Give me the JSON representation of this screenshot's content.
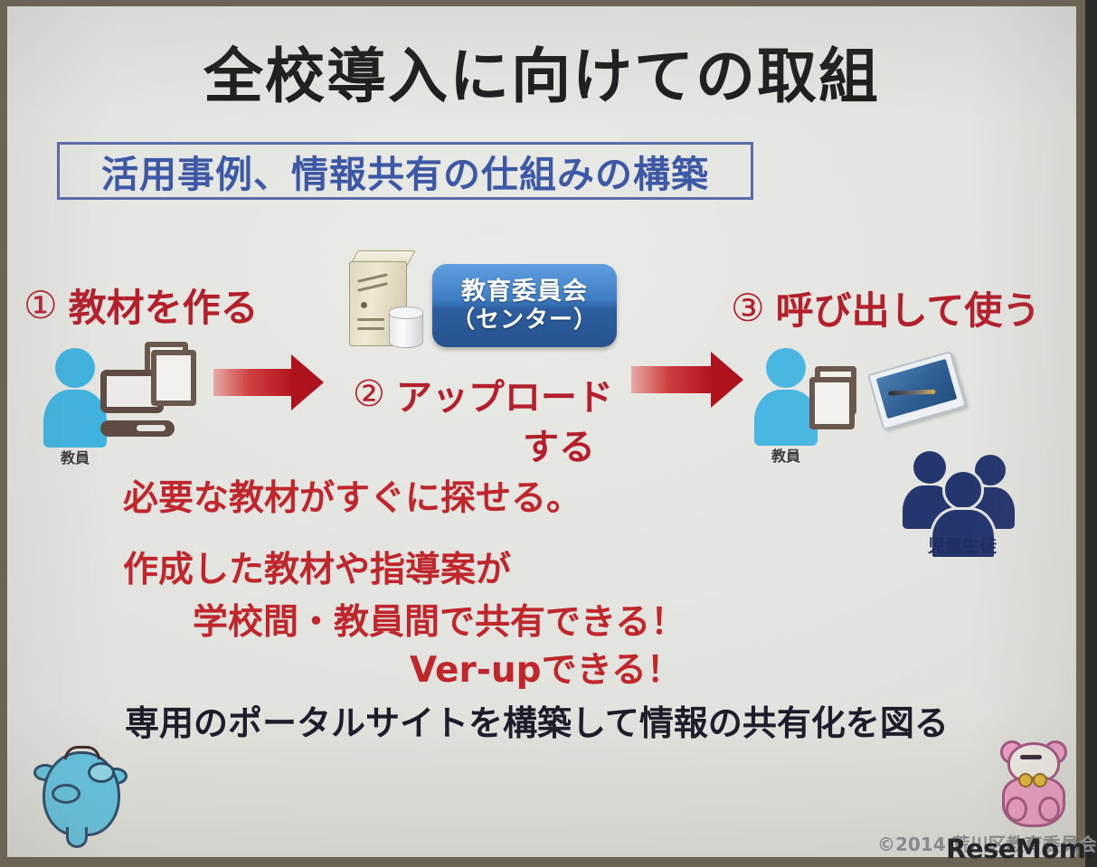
{
  "slide": {
    "title": "全校導入に向けての取組",
    "subtitle": "活用事例、情報共有の仕組みの構築",
    "colors": {
      "title_text": "#1d1d1d",
      "subtitle_text": "#3d59a6",
      "subtitle_border": "#5b6ba8",
      "step_red": "#b41f2c",
      "body_red": "#c0272d",
      "bottom_navy": "#1b1b2a",
      "arrow_red": "#ad121d",
      "center_button_blue": "#2d5ea0",
      "teacher_blue": "#3fb3e0",
      "student_navy": "#25356e",
      "background": "#e4e4e0"
    }
  },
  "diagram": {
    "steps": [
      {
        "number": "①",
        "label": "教材を作る"
      },
      {
        "number": "②",
        "label": "アップロード",
        "label_line2": "する"
      },
      {
        "number": "③",
        "label": "呼び出して使う"
      }
    ],
    "center_node": {
      "line1": "教育委員会",
      "line2": "（センター）",
      "server_icon": "server-icon"
    },
    "actors": {
      "teacher_left": "教員",
      "teacher_right": "教員",
      "students": "児童生徒"
    },
    "icons": {
      "computer": "computer-icon",
      "documents": "documents-icon",
      "tablet": "tablet-icon",
      "arrow1": "right-arrow-icon",
      "arrow2": "right-arrow-icon"
    }
  },
  "benefits": {
    "line1": "必要な教材がすぐに探せる。",
    "line2": "作成した教材や指導案が",
    "line3": "学校間・教員間で共有できる！",
    "line4": "Ver-upできる！"
  },
  "conclusion": "専用のポータルサイトを構築して情報の共有化を図る",
  "footer": {
    "copyright": "©2014 荒川区教育委員会",
    "watermark": "ReseMom."
  },
  "mascots": {
    "left": "blue-mascot-icon",
    "right": "pink-mascot-icon"
  }
}
